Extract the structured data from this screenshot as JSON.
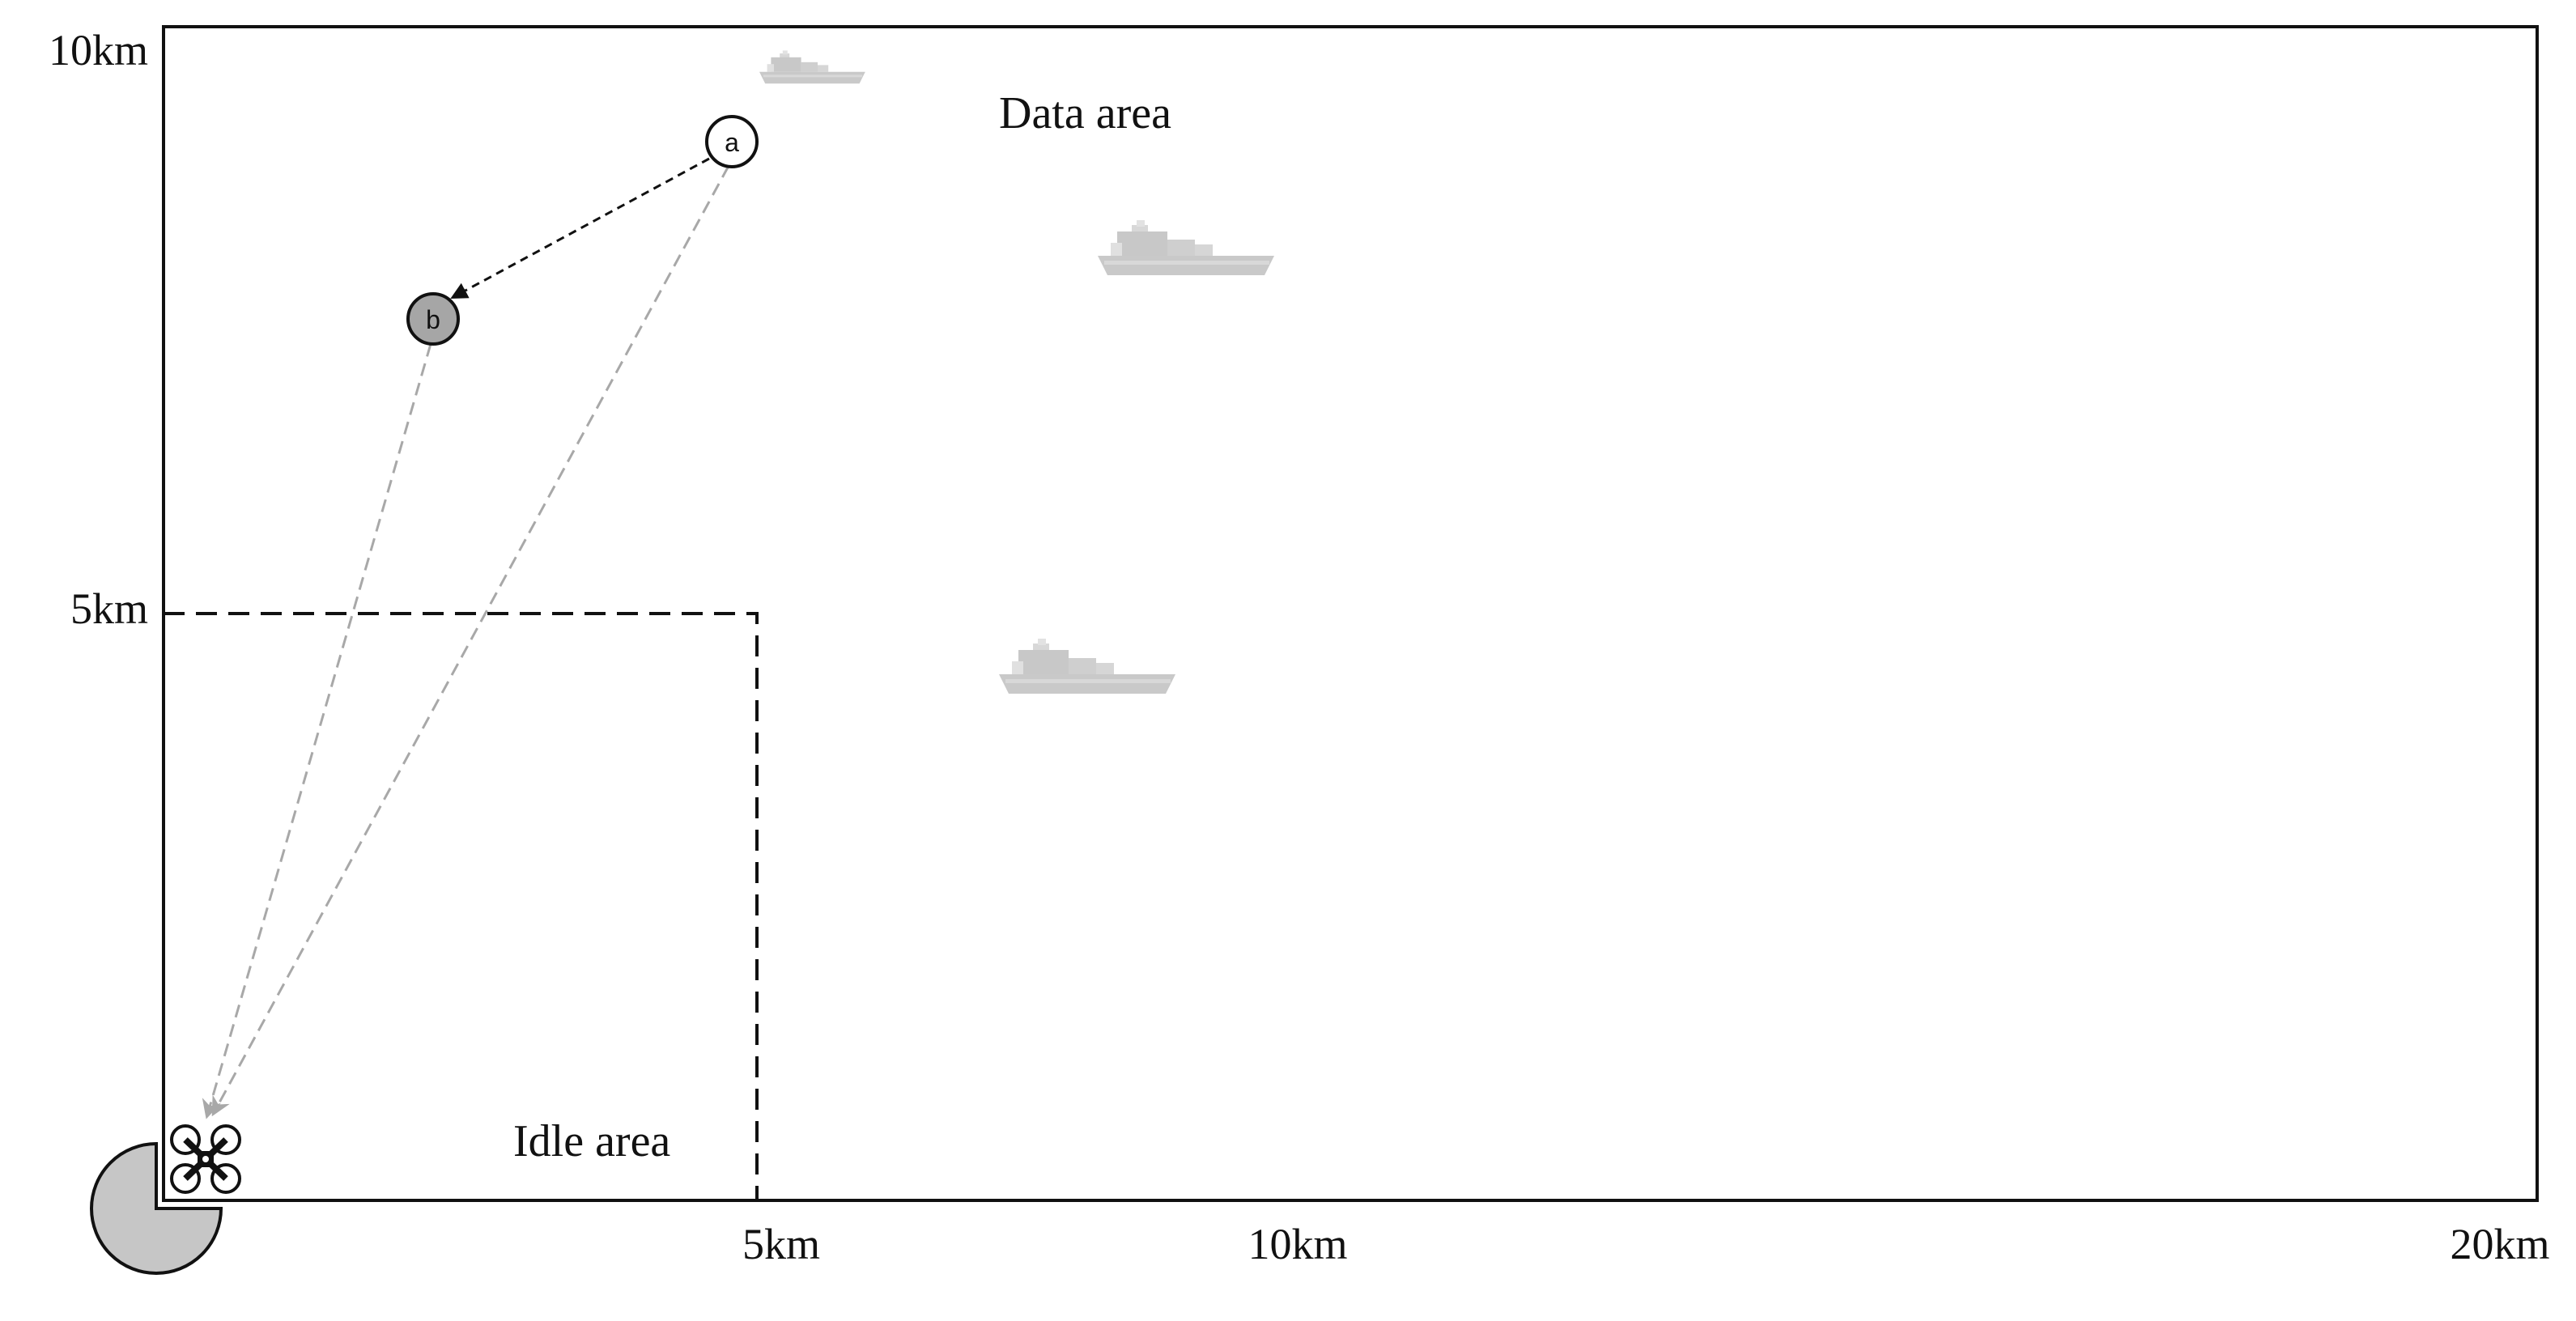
{
  "axes": {
    "y_ticks": [
      "10km",
      "5km"
    ],
    "x_ticks": [
      "5km",
      "10km",
      "20km"
    ]
  },
  "areas": {
    "data_area_label": "Data area",
    "idle_area_label": "Idle area"
  },
  "nodes": {
    "a_label": "a",
    "b_label": "b"
  },
  "ships": {
    "count": 3
  },
  "colors": {
    "border": "#111111",
    "ship": "#cfcfcf",
    "ship_dark": "#bdbdbd",
    "node_b_fill": "#a6a6a6",
    "pie_fill": "#c6c6c6",
    "return_path": "#a8a8a8",
    "hop_path": "#111111"
  },
  "icons": {
    "uav": "drone-icon",
    "ship": "ship-icon",
    "base": "pie-sector-icon"
  }
}
